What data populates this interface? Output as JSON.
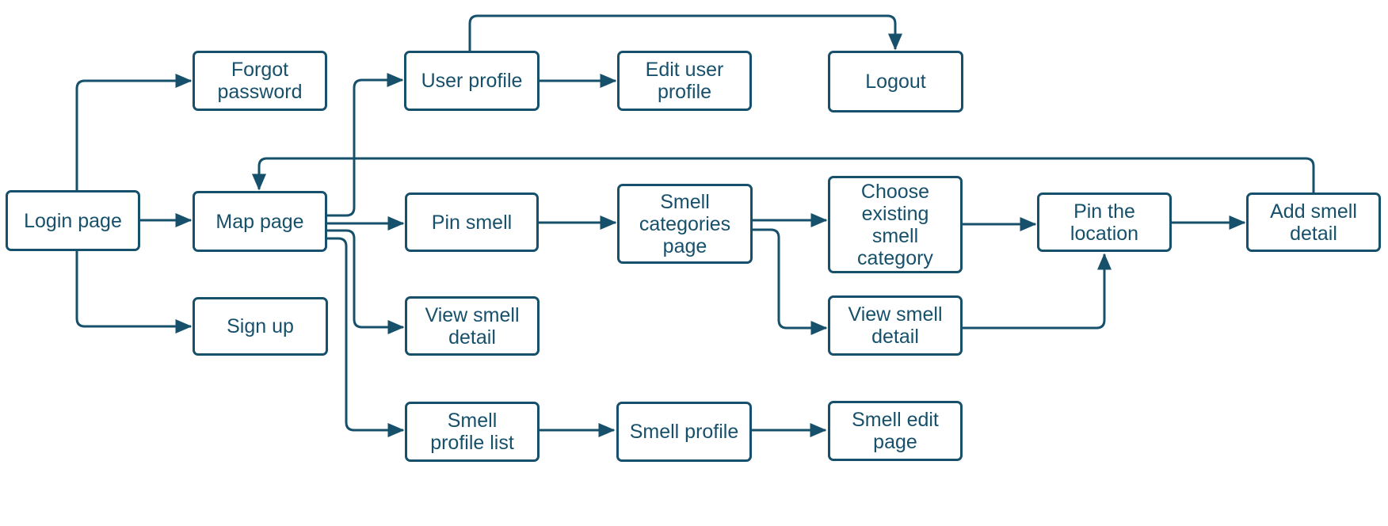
{
  "diagram": {
    "type": "flowchart",
    "description": "App screen flow diagram",
    "colors": {
      "stroke": "#17506b",
      "text": "#17506b",
      "node_fill": "#ffffff",
      "background": "#ffffff"
    },
    "nodes": [
      {
        "id": "login-page",
        "label": "Login page"
      },
      {
        "id": "forgot-password",
        "label": "Forgot\npassword"
      },
      {
        "id": "sign-up",
        "label": "Sign up"
      },
      {
        "id": "map-page",
        "label": "Map page"
      },
      {
        "id": "user-profile",
        "label": "User profile"
      },
      {
        "id": "edit-user-profile",
        "label": "Edit user\nprofile"
      },
      {
        "id": "logout",
        "label": "Logout"
      },
      {
        "id": "pin-smell",
        "label": "Pin smell"
      },
      {
        "id": "view-smell-detail-map",
        "label": "View smell\ndetail"
      },
      {
        "id": "smell-profile-list",
        "label": "Smell\nprofile list"
      },
      {
        "id": "smell-categories-page",
        "label": "Smell\ncategories\npage"
      },
      {
        "id": "smell-profile",
        "label": "Smell profile"
      },
      {
        "id": "choose-existing-smell-category",
        "label": "Choose\nexisting\nsmell\ncategory"
      },
      {
        "id": "view-smell-detail-pin",
        "label": "View smell\ndetail"
      },
      {
        "id": "smell-edit-page",
        "label": "Smell edit\npage"
      },
      {
        "id": "pin-the-location",
        "label": "Pin the\nlocation"
      },
      {
        "id": "add-smell-detail",
        "label": "Add smell\ndetail"
      }
    ],
    "edges": [
      {
        "from": "login-page",
        "to": "forgot-password"
      },
      {
        "from": "login-page",
        "to": "map-page"
      },
      {
        "from": "login-page",
        "to": "sign-up"
      },
      {
        "from": "map-page",
        "to": "user-profile"
      },
      {
        "from": "map-page",
        "to": "pin-smell"
      },
      {
        "from": "map-page",
        "to": "view-smell-detail-map"
      },
      {
        "from": "map-page",
        "to": "smell-profile-list"
      },
      {
        "from": "user-profile",
        "to": "edit-user-profile"
      },
      {
        "from": "user-profile",
        "to": "logout"
      },
      {
        "from": "pin-smell",
        "to": "smell-categories-page"
      },
      {
        "from": "smell-categories-page",
        "to": "choose-existing-smell-category"
      },
      {
        "from": "smell-categories-page",
        "to": "view-smell-detail-pin"
      },
      {
        "from": "choose-existing-smell-category",
        "to": "pin-the-location"
      },
      {
        "from": "view-smell-detail-pin",
        "to": "pin-the-location"
      },
      {
        "from": "pin-the-location",
        "to": "add-smell-detail"
      },
      {
        "from": "add-smell-detail",
        "to": "map-page"
      },
      {
        "from": "smell-profile-list",
        "to": "smell-profile"
      },
      {
        "from": "smell-profile",
        "to": "smell-edit-page"
      }
    ]
  }
}
